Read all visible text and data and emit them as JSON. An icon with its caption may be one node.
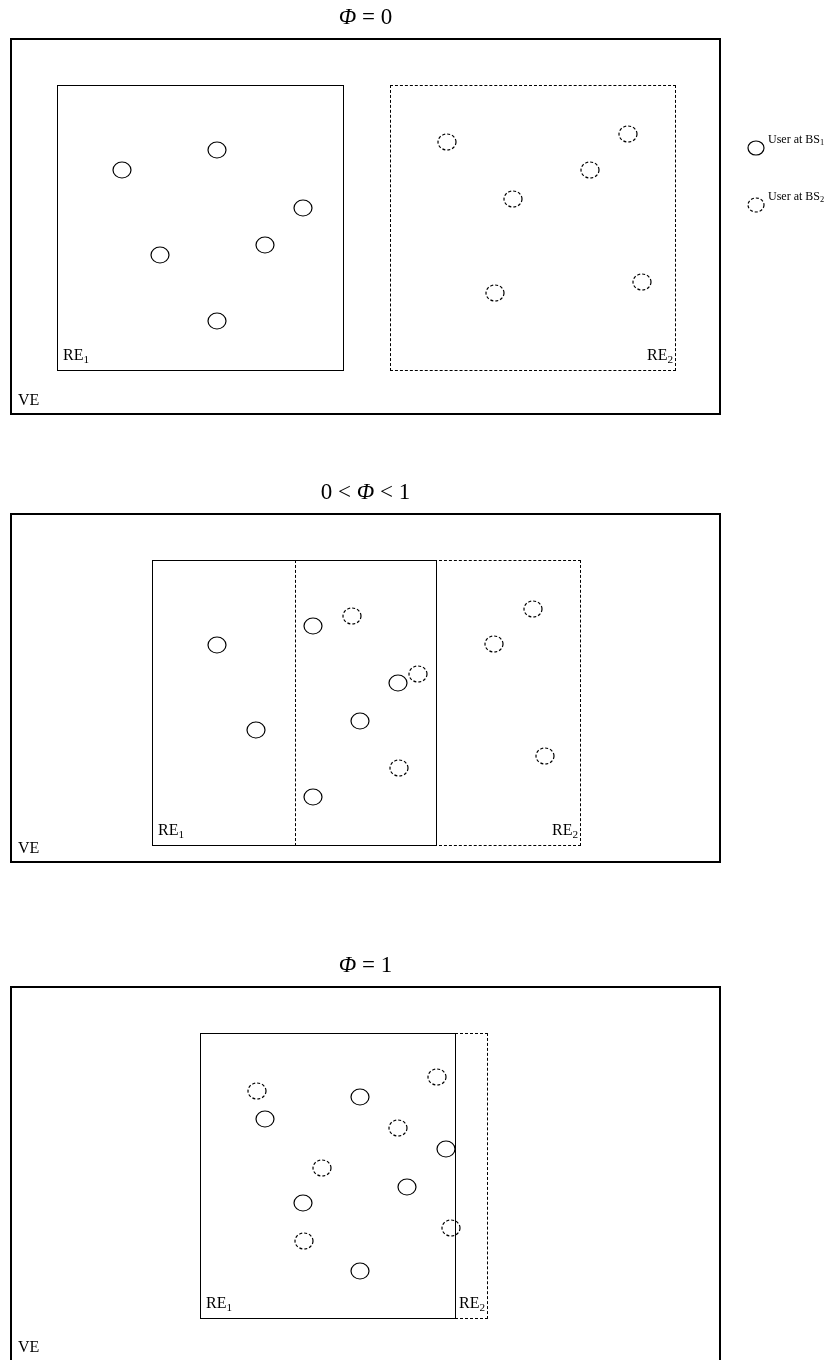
{
  "diagram": {
    "nodes": [
      {
        "text": [
          "*Φ* = 0",
          "VE"
        ]
      },
      {
        "text": [
          "RE$_{1}$"
        ],
        "in": 0
      },
      {
        "text": [
          "RE$_{2}$"
        ],
        "in": 0
      },
      {
        "text": [
          "0 < *Φ* < 1",
          "VE"
        ]
      },
      {
        "text": [
          "RE$_{1}$"
        ],
        "in": 3
      },
      {
        "text": [
          "RE$_{2}$"
        ],
        "in": 3
      },
      {
        "text": [
          "*Φ* = 1",
          "VE"
        ]
      },
      {
        "text": [
          "RE$_{1}$"
        ],
        "in": 6
      },
      {
        "text": [
          "RE$_{2}$"
        ],
        "in": 6
      }
    ],
    "legend": [
      {
        "text": "User at BS$_{1}$"
      },
      {
        "text": "User at BS$_{2}$"
      }
    ]
  }
}
